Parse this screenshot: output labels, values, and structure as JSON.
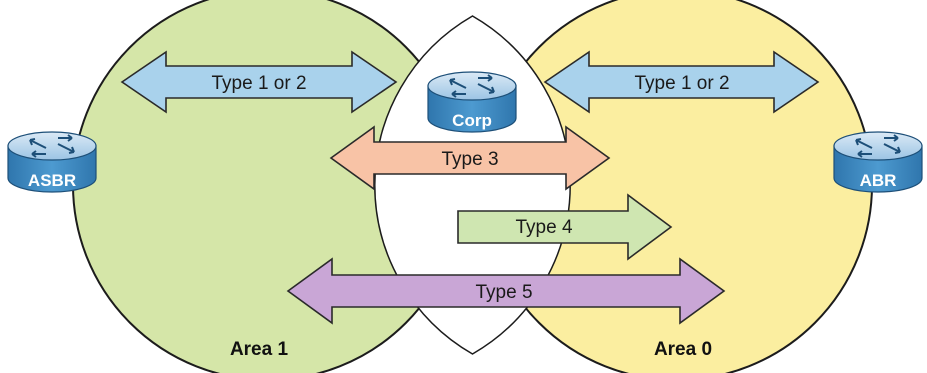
{
  "colors": {
    "area1_fill": "#d5e6a8",
    "area0_fill": "#fbeea0",
    "circle_stroke": "#1c1c1c",
    "arrow_blue": "#a9d2ec",
    "arrow_orange": "#f8c3a6",
    "arrow_green": "#cfe6b1",
    "arrow_purple": "#c9a6d6",
    "router_blue": "#3f8fc5"
  },
  "areas": {
    "left": {
      "label": "Area 1"
    },
    "right": {
      "label": "Area 0"
    }
  },
  "routers": {
    "asbr": {
      "label": "ASBR",
      "icon": "router-icon"
    },
    "corp": {
      "label": "Corp",
      "icon": "router-icon"
    },
    "abr": {
      "label": "ABR",
      "icon": "router-icon"
    }
  },
  "arrows": {
    "area1_type12": {
      "label": "Type 1 or 2",
      "direction": "bidirectional"
    },
    "area0_type12": {
      "label": "Type 1 or 2",
      "direction": "bidirectional"
    },
    "type3": {
      "label": "Type 3",
      "direction": "bidirectional"
    },
    "type4": {
      "label": "Type 4",
      "direction": "right"
    },
    "type5": {
      "label": "Type 5",
      "direction": "bidirectional"
    }
  }
}
